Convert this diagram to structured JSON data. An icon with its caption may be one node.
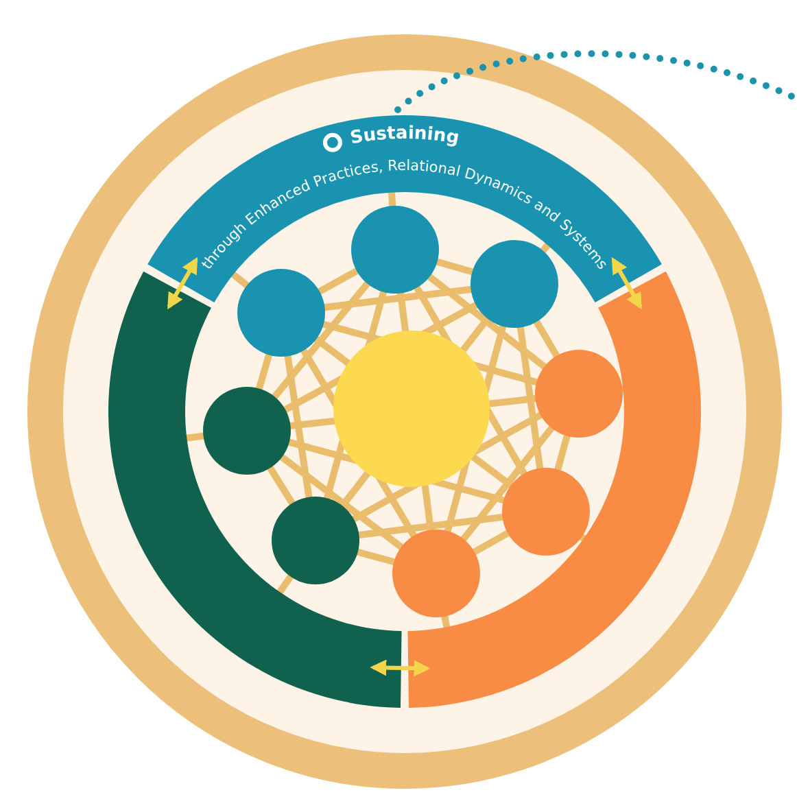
{
  "diagram": {
    "nodes": [
      {
        "text": [
          "Sustaining",
          "through Enhanced Practices, Relational Dynamics and Systems"
        ]
      },
      {
        "text": [],
        "shape": "band"
      },
      {
        "text": [],
        "shape": "band"
      }
    ],
    "edges": [
      {
        "from": 0,
        "to": 1,
        "arrow": "both"
      },
      {
        "from": 0,
        "to": 2,
        "arrow": "both"
      },
      {
        "from": 1,
        "to": 2,
        "arrow": "both"
      }
    ]
  }
}
